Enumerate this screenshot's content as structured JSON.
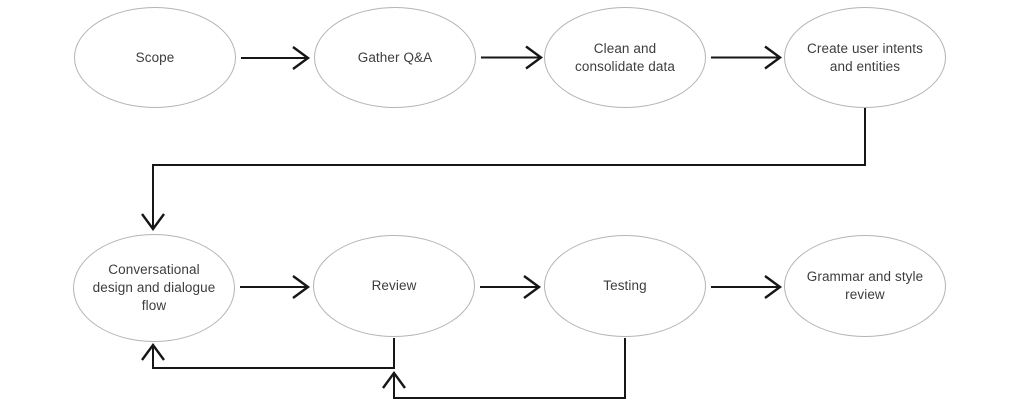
{
  "diagram": {
    "type": "flowchart",
    "background": "#ffffff",
    "colors": {
      "background": "#ffffff",
      "node_fill": "#ffffff",
      "node_stroke": "#b4b4b4",
      "label_text": "#3d3d3d",
      "connector": "#161616"
    },
    "nodes": [
      {
        "id": "scope",
        "label": "Scope"
      },
      {
        "id": "gather-qa",
        "label": "Gather Q&A"
      },
      {
        "id": "clean-consolidate-data",
        "label": "Clean and\nconsolidate data"
      },
      {
        "id": "create-user-intents-entities",
        "label": "Create user intents\nand entities"
      },
      {
        "id": "conversational-design-dialogue-flow",
        "label": "Conversational\ndesign and dialogue\nflow"
      },
      {
        "id": "review",
        "label": "Review"
      },
      {
        "id": "testing",
        "label": "Testing"
      },
      {
        "id": "grammar-style-review",
        "label": "Grammar and style\nreview"
      }
    ],
    "edges": [
      {
        "from": "scope",
        "to": "gather-qa",
        "kind": "forward"
      },
      {
        "from": "gather-qa",
        "to": "clean-consolidate-data",
        "kind": "forward"
      },
      {
        "from": "clean-consolidate-data",
        "to": "create-user-intents-entities",
        "kind": "forward"
      },
      {
        "from": "create-user-intents-entities",
        "to": "conversational-design-dialogue-flow",
        "kind": "forward"
      },
      {
        "from": "conversational-design-dialogue-flow",
        "to": "review",
        "kind": "forward"
      },
      {
        "from": "review",
        "to": "testing",
        "kind": "forward"
      },
      {
        "from": "testing",
        "to": "grammar-style-review",
        "kind": "forward"
      },
      {
        "from": "review",
        "to": "conversational-design-dialogue-flow",
        "kind": "feedback"
      },
      {
        "from": "testing",
        "to": "conversational-design-dialogue-flow",
        "kind": "feedback-merge"
      }
    ]
  }
}
